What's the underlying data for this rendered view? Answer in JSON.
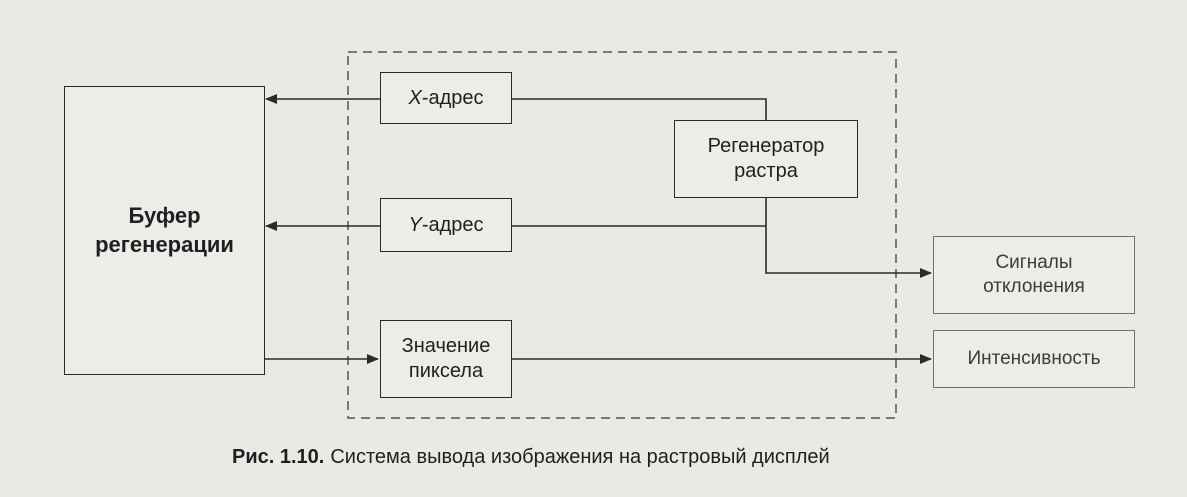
{
  "buffer": {
    "line1": "Буфер",
    "line2": "регенерации"
  },
  "x_address": {
    "letter": "X",
    "rest": "-адрес"
  },
  "y_address": {
    "letter": "Y",
    "rest": "-адрес"
  },
  "pixel_value": {
    "line1": "Значение",
    "line2": "пиксела"
  },
  "raster_generator": {
    "line1": "Регенератор",
    "line2": "растра"
  },
  "deflection_signals": {
    "line1": "Сигналы",
    "line2": "отклонения"
  },
  "intensity": {
    "label": "Интенсивность"
  },
  "caption": {
    "number": "Рис. 1.10.",
    "text": "Система вывода изображения на растровый дисплей"
  },
  "colors": {
    "background": "#e9e9e6",
    "line": "#2a2a2a",
    "output_border": "#6f6f6f"
  }
}
